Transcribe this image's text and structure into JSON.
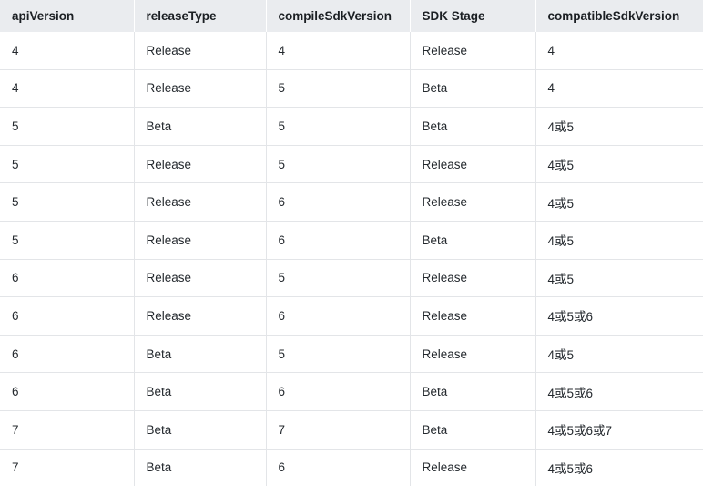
{
  "table": {
    "columns": [
      "apiVersion",
      "releaseType",
      "compileSdkVersion",
      "SDK Stage",
      "compatibleSdkVersion"
    ],
    "rows": [
      [
        "4",
        "Release",
        "4",
        "Release",
        "4"
      ],
      [
        "4",
        "Release",
        "5",
        "Beta",
        "4"
      ],
      [
        "5",
        "Beta",
        "5",
        "Beta",
        "4或5"
      ],
      [
        "5",
        "Release",
        "5",
        "Release",
        "4或5"
      ],
      [
        "5",
        "Release",
        "6",
        "Release",
        "4或5"
      ],
      [
        "5",
        "Release",
        "6",
        "Beta",
        "4或5"
      ],
      [
        "6",
        "Release",
        "5",
        "Release",
        "4或5"
      ],
      [
        "6",
        "Release",
        "6",
        "Release",
        "4或5或6"
      ],
      [
        "6",
        "Beta",
        "5",
        "Release",
        "4或5"
      ],
      [
        "6",
        "Beta",
        "6",
        "Beta",
        "4或5或6"
      ],
      [
        "7",
        "Beta",
        "7",
        "Beta",
        "4或5或6或7"
      ],
      [
        "7",
        "Beta",
        "6",
        "Release",
        "4或5或6"
      ]
    ],
    "colors": {
      "header_background": "#eaecef",
      "header_text": "#1b1f23",
      "cell_text": "#24292e",
      "grid_line": "#e3e5e8",
      "page_background": "#ffffff"
    }
  }
}
